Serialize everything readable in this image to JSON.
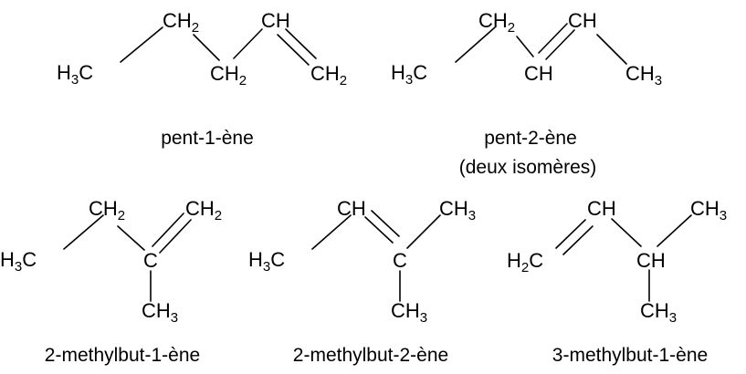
{
  "molecules": [
    {
      "name": "pent-1-ène",
      "groups": [
        {
          "base": "H",
          "sub": "3",
          "tail": "C"
        },
        {
          "base": "CH",
          "sub": "2",
          "tail": ""
        },
        {
          "base": "CH",
          "sub": "2",
          "tail": ""
        },
        {
          "base": "CH",
          "sub": "",
          "tail": ""
        },
        {
          "base": "CH",
          "sub": "2",
          "tail": ""
        }
      ]
    },
    {
      "name": "pent-2-ène",
      "note": "(deux isomères)",
      "groups": [
        {
          "base": "H",
          "sub": "3",
          "tail": "C"
        },
        {
          "base": "CH",
          "sub": "2",
          "tail": ""
        },
        {
          "base": "CH",
          "sub": "",
          "tail": ""
        },
        {
          "base": "CH",
          "sub": "",
          "tail": ""
        },
        {
          "base": "CH",
          "sub": "3",
          "tail": ""
        }
      ]
    },
    {
      "name": "2-methylbut-1-ène",
      "groups": [
        {
          "base": "H",
          "sub": "3",
          "tail": "C"
        },
        {
          "base": "CH",
          "sub": "2",
          "tail": ""
        },
        {
          "base": "C",
          "sub": "",
          "tail": ""
        },
        {
          "base": "CH",
          "sub": "2",
          "tail": ""
        },
        {
          "base": "CH",
          "sub": "3",
          "tail": ""
        }
      ]
    },
    {
      "name": "2-methylbut-2-ène",
      "groups": [
        {
          "base": "H",
          "sub": "3",
          "tail": "C"
        },
        {
          "base": "CH",
          "sub": "",
          "tail": ""
        },
        {
          "base": "C",
          "sub": "",
          "tail": ""
        },
        {
          "base": "CH",
          "sub": "3",
          "tail": ""
        },
        {
          "base": "CH",
          "sub": "3",
          "tail": ""
        }
      ]
    },
    {
      "name": "3-methylbut-1-ène",
      "groups": [
        {
          "base": "H",
          "sub": "2",
          "tail": "C"
        },
        {
          "base": "CH",
          "sub": "",
          "tail": ""
        },
        {
          "base": "CH",
          "sub": "",
          "tail": ""
        },
        {
          "base": "CH",
          "sub": "3",
          "tail": ""
        },
        {
          "base": "CH",
          "sub": "3",
          "tail": ""
        }
      ]
    }
  ],
  "colors": {
    "ink": "#000000",
    "background": "#ffffff"
  }
}
